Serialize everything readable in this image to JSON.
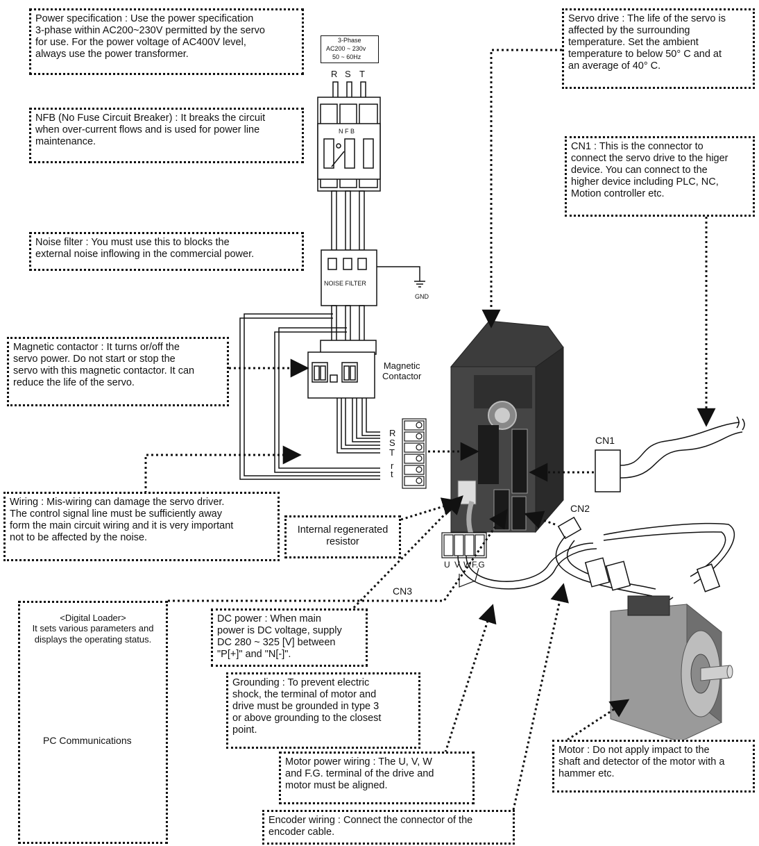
{
  "notes": {
    "power_spec": "Power specification : Use the power specification\n3-phase within AC200~230V permitted by the servo\nfor use. For the power voltage of AC400V level,\nalways use the power transformer.",
    "nfb": "NFB (No Fuse Circuit Breaker) : It breaks the circuit\nwhen over-current flows and is used for power line\nmaintenance.",
    "noise_filter": "Noise filter : You must use this to blocks the\nexternal noise inflowing in the commercial power.",
    "magnetic_contactor": "Magnetic contactor : It turns or/off the\nservo power. Do not start or stop the\nservo with this magnetic contactor. It can\nreduce the life of the servo.",
    "wiring": "Wiring : Mis-wiring can damage the servo driver.\nThe control signal line must be sufficiently away\nform the main circuit wiring and it is very important\nnot to be affected by the noise.",
    "regen_resistor": "Internal regenerated\nresistor",
    "servo_drive": "Servo drive : The life of the servo is\naffected by the surrounding\ntemperature. Set the ambient\ntemperature to below 50° C and at\nan average of 40° C.",
    "cn1": "CN1 : This is the connector to\nconnect the servo drive to the higer\ndevice. You can connect to the\nhigher device including PLC, NC,\nMotion controller etc.",
    "digital_loader": "<Digital Loader>\nIt sets various parameters and\ndisplays the operating status.",
    "pc_comm": "PC  Communications",
    "dc_power": "DC power : When main\npower is DC voltage, supply\nDC 280 ~ 325 [V] between\n\"P[+]\" and \"N[-]\".",
    "grounding": "Grounding : To prevent electric\nshock, the terminal of motor and\ndrive must be grounded in type 3\nor above grounding to the closest\npoint.",
    "motor_power": "Motor power wiring : The U, V, W\nand F.G. terminal of the drive and\nmotor must be aligned.",
    "encoder": "Encoder wiring : Connect the connector of the\nencoder cable.",
    "motor": "Motor : Do not apply impact to the\nshaft and detector of the motor with a\nhammer etc."
  },
  "labels": {
    "phase_line1": "3-Phase",
    "phase_line2": "AC200 ~ 230v",
    "phase_line3": "50 ~ 60Hz",
    "r": "R",
    "s": "S",
    "t": "T",
    "nfb": "N F B",
    "noise_filter": "NOISE FILTER",
    "gnd": "GND",
    "magnetic_contactor": "Magnetic\nContactor",
    "term_R": "R",
    "term_S": "S",
    "term_T": "T",
    "term_r": "r",
    "term_t": "t",
    "cn1": "CN1",
    "cn2": "CN2",
    "cn3": "CN3",
    "uvw_u": "U",
    "uvw_v": "V",
    "uvw_w": "W",
    "uvw_fg": "F.G"
  }
}
